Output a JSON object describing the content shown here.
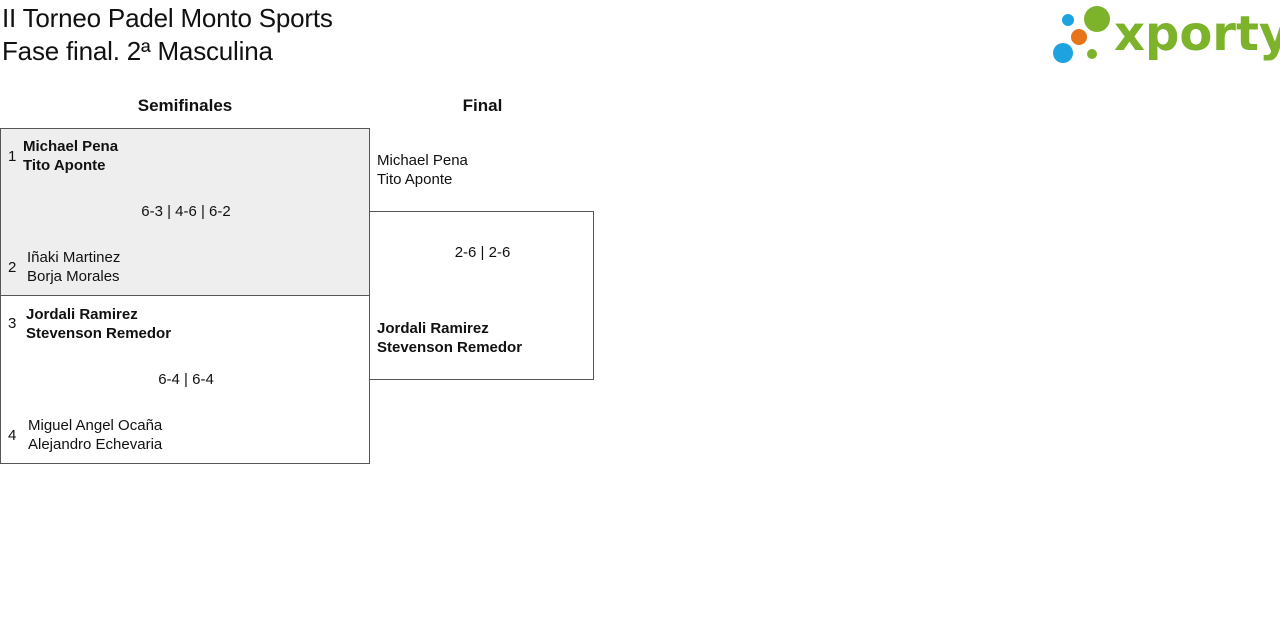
{
  "header": {
    "title_line1": "II Torneo Padel Monto Sports",
    "title_line2": "Fase final. 2ª Masculina"
  },
  "logo": {
    "text": "xporty",
    "colors": {
      "green": "#7cb32b",
      "blue": "#1fa3e0",
      "orange": "#e8731b"
    }
  },
  "rounds": {
    "semis_label": "Semifinales",
    "final_label": "Final"
  },
  "semifinals": [
    {
      "score": "6-3 | 4-6 | 6-2",
      "top": {
        "seed": "1",
        "player1": "Michael Pena",
        "player2": "Tito Aponte"
      },
      "bottom": {
        "seed": "2",
        "player1": "Iñaki Martinez",
        "player2": "Borja Morales"
      }
    },
    {
      "score": "6-4 | 6-4",
      "top": {
        "seed": "3",
        "player1": "Jordali Ramirez",
        "player2": "Stevenson Remedor"
      },
      "bottom": {
        "seed": "4",
        "player1": "Miguel Angel Ocaña",
        "player2": "Alejandro Echevaria"
      }
    }
  ],
  "final": {
    "score": "2-6 | 2-6",
    "top": {
      "player1": "Michael Pena",
      "player2": "Tito Aponte"
    },
    "bottom": {
      "player1": "Jordali Ramirez",
      "player2": "Stevenson Remedor"
    }
  }
}
